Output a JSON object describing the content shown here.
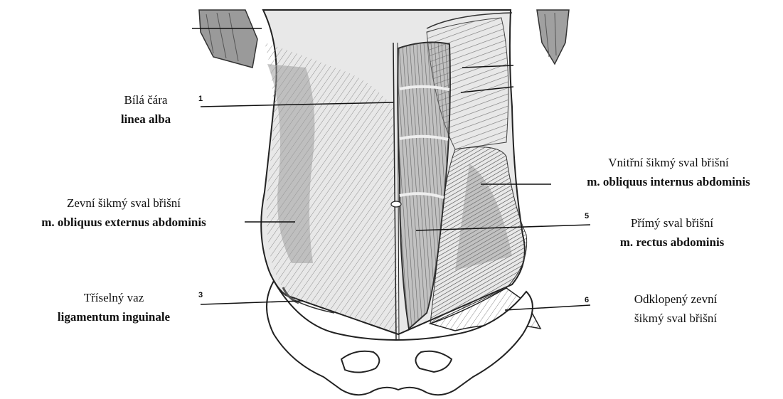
{
  "labels": {
    "linea_alba": {
      "czech": "Bílá čára",
      "latin": "linea alba",
      "number": "1"
    },
    "obliquus_externus": {
      "czech": "Zevní šikmý sval břišní",
      "latin": "m. obliquus externus abdominis"
    },
    "inguinale": {
      "czech": "Tříselný vaz",
      "latin": "ligamentum inguinale",
      "number": "3"
    },
    "obliquus_internus": {
      "czech": "Vnitřní šikmý sval břišní",
      "latin": "m. obliquus internus abdominis"
    },
    "rectus": {
      "czech": "Přímý sval břišní",
      "latin": "m. rectus abdominis",
      "number": "5"
    },
    "reflected": {
      "line1": "Odklopený zevní",
      "line2": "šikmý sval břišní",
      "number": "6"
    }
  }
}
